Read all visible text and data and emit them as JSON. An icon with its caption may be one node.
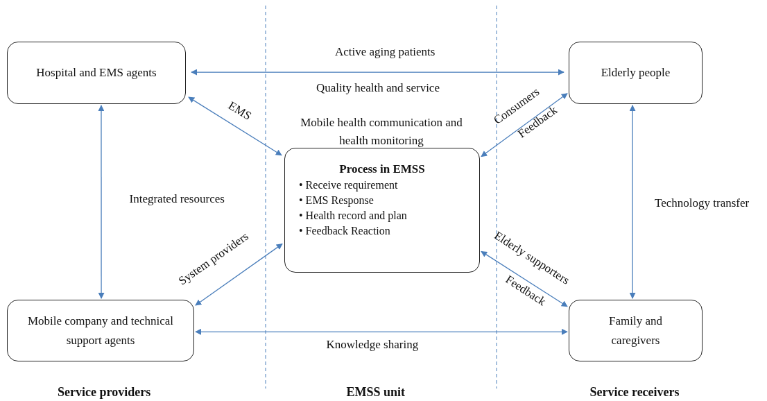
{
  "diagram": {
    "nodes": [
      {
        "text": [
          "Hospital and EMS  agents"
        ]
      },
      {
        "text": [
          "Elderly people"
        ]
      },
      {
        "text": [
          "Process in EMSS",
          "• Receive requirement",
          "• EMS Response",
          "• Health record and plan",
          "• Feedback Reaction"
        ]
      },
      {
        "text": [
          "Mobile company and technical support agents"
        ]
      },
      {
        "text": [
          "Family and caregivers"
        ]
      }
    ],
    "edges": [
      {
        "from": 0,
        "to": 1,
        "arrow": "both",
        "label": "Active aging patients"
      },
      {
        "from": 0,
        "to": 2,
        "arrow": "both",
        "label": "EMS"
      },
      {
        "from": 1,
        "to": 2,
        "arrow": "both",
        "label": "Consumers"
      },
      {
        "from": 0,
        "to": 3,
        "arrow": "both",
        "label": "Integrated resources"
      },
      {
        "from": 1,
        "to": 4,
        "arrow": "both",
        "label": "Technology transfer"
      },
      {
        "from": 3,
        "to": 2,
        "arrow": "both",
        "label": "System providers"
      },
      {
        "from": 2,
        "to": 4,
        "arrow": "both",
        "label": "Elderly supporters"
      },
      {
        "from": 3,
        "to": 4,
        "arrow": "both",
        "label": "Knowledge sharing"
      }
    ],
    "labels": [
      "Quality health and service",
      "Mobile health communication and health monitoring",
      "Feedback",
      "Feedback",
      "Service providers",
      "EMSS unit",
      "Service receivers"
    ]
  }
}
